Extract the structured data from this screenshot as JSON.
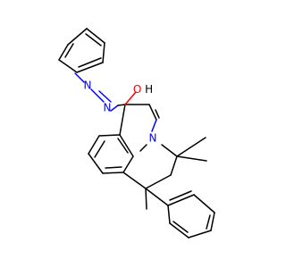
{
  "molecule": {
    "atoms": [
      {
        "id": "hydroxyl-oxygen",
        "label": "O",
        "color": "#FF0000"
      },
      {
        "id": "ring-nitrogen",
        "label": "N",
        "color": "#0000FF"
      },
      {
        "id": "azo-nitrogen-1",
        "label": "N",
        "color": "#0000FF"
      },
      {
        "id": "azo-nitrogen-2",
        "label": "N",
        "color": "#0000FF"
      }
    ],
    "hydroxyl_suffix": "H"
  }
}
